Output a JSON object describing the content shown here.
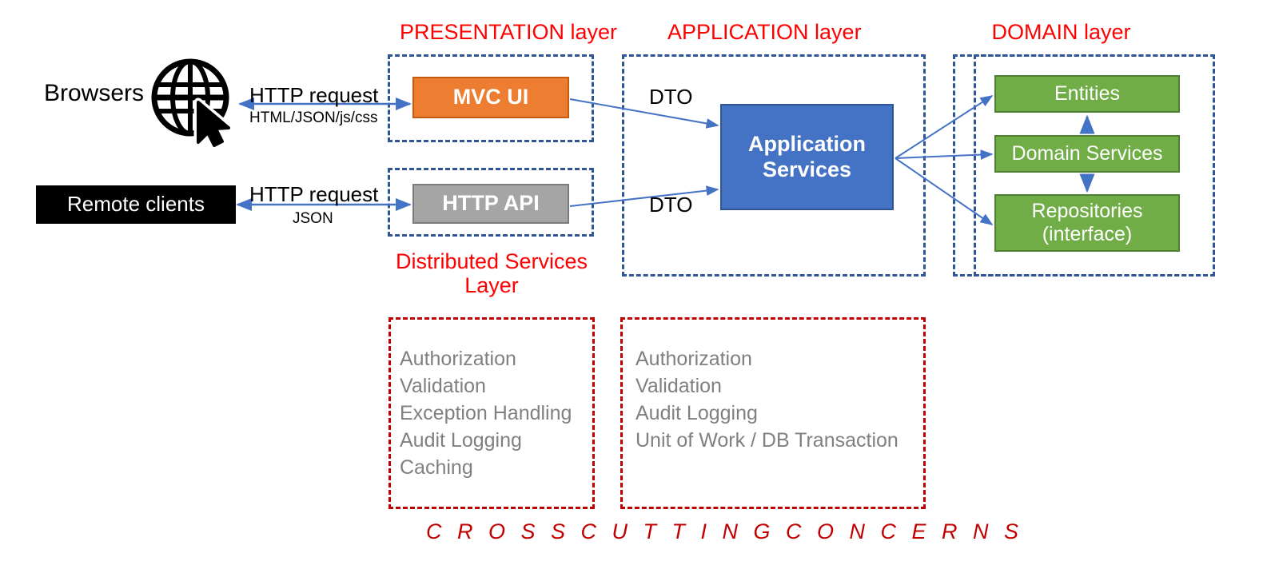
{
  "diagram": {
    "title": "Layered application architecture",
    "colors": {
      "layer_title": "#FF0000",
      "layer_border": "#2F5597",
      "cross_cutting_border": "#C00000",
      "mvc_ui": "#ED7D31",
      "http_api": "#A5A5A5",
      "application_services": "#4472C4",
      "domain_box": "#70AD47",
      "arrow": "#4472C4",
      "remote_clients": "#000000",
      "cross_cutting_text": "#808080"
    }
  },
  "layers": {
    "presentation_title": "PRESENTATION layer",
    "application_title": "APPLICATION layer",
    "domain_title": "DOMAIN layer",
    "distributed_services_title_line1": "Distributed Services",
    "distributed_services_title_line2": "Layer"
  },
  "clients": {
    "browsers_label": "Browsers",
    "browsers_icon": "globe-cursor-icon",
    "remote_clients_label": "Remote clients"
  },
  "connections": {
    "browser_request": "HTTP request",
    "browser_response": "HTML/JSON/js/css",
    "remote_request": "HTTP request",
    "remote_response": "JSON",
    "dto_top": "DTO",
    "dto_bottom": "DTO"
  },
  "nodes": {
    "mvc_ui": "MVC UI",
    "http_api": "HTTP API",
    "application_services_line1": "Application",
    "application_services_line2": "Services",
    "entities": "Entities",
    "domain_services": "Domain Services",
    "repositories_line1": "Repositories",
    "repositories_line2": "(interface)"
  },
  "cross_cutting": {
    "caption": "C R O S S    C U T T I N G    C O N C E R N S",
    "presentation_concerns": [
      "Authorization",
      "Validation",
      "Exception Handling",
      "Audit Logging",
      "Caching"
    ],
    "application_concerns": [
      "Authorization",
      "Validation",
      "Audit Logging",
      "Unit of Work / DB Transaction"
    ]
  }
}
